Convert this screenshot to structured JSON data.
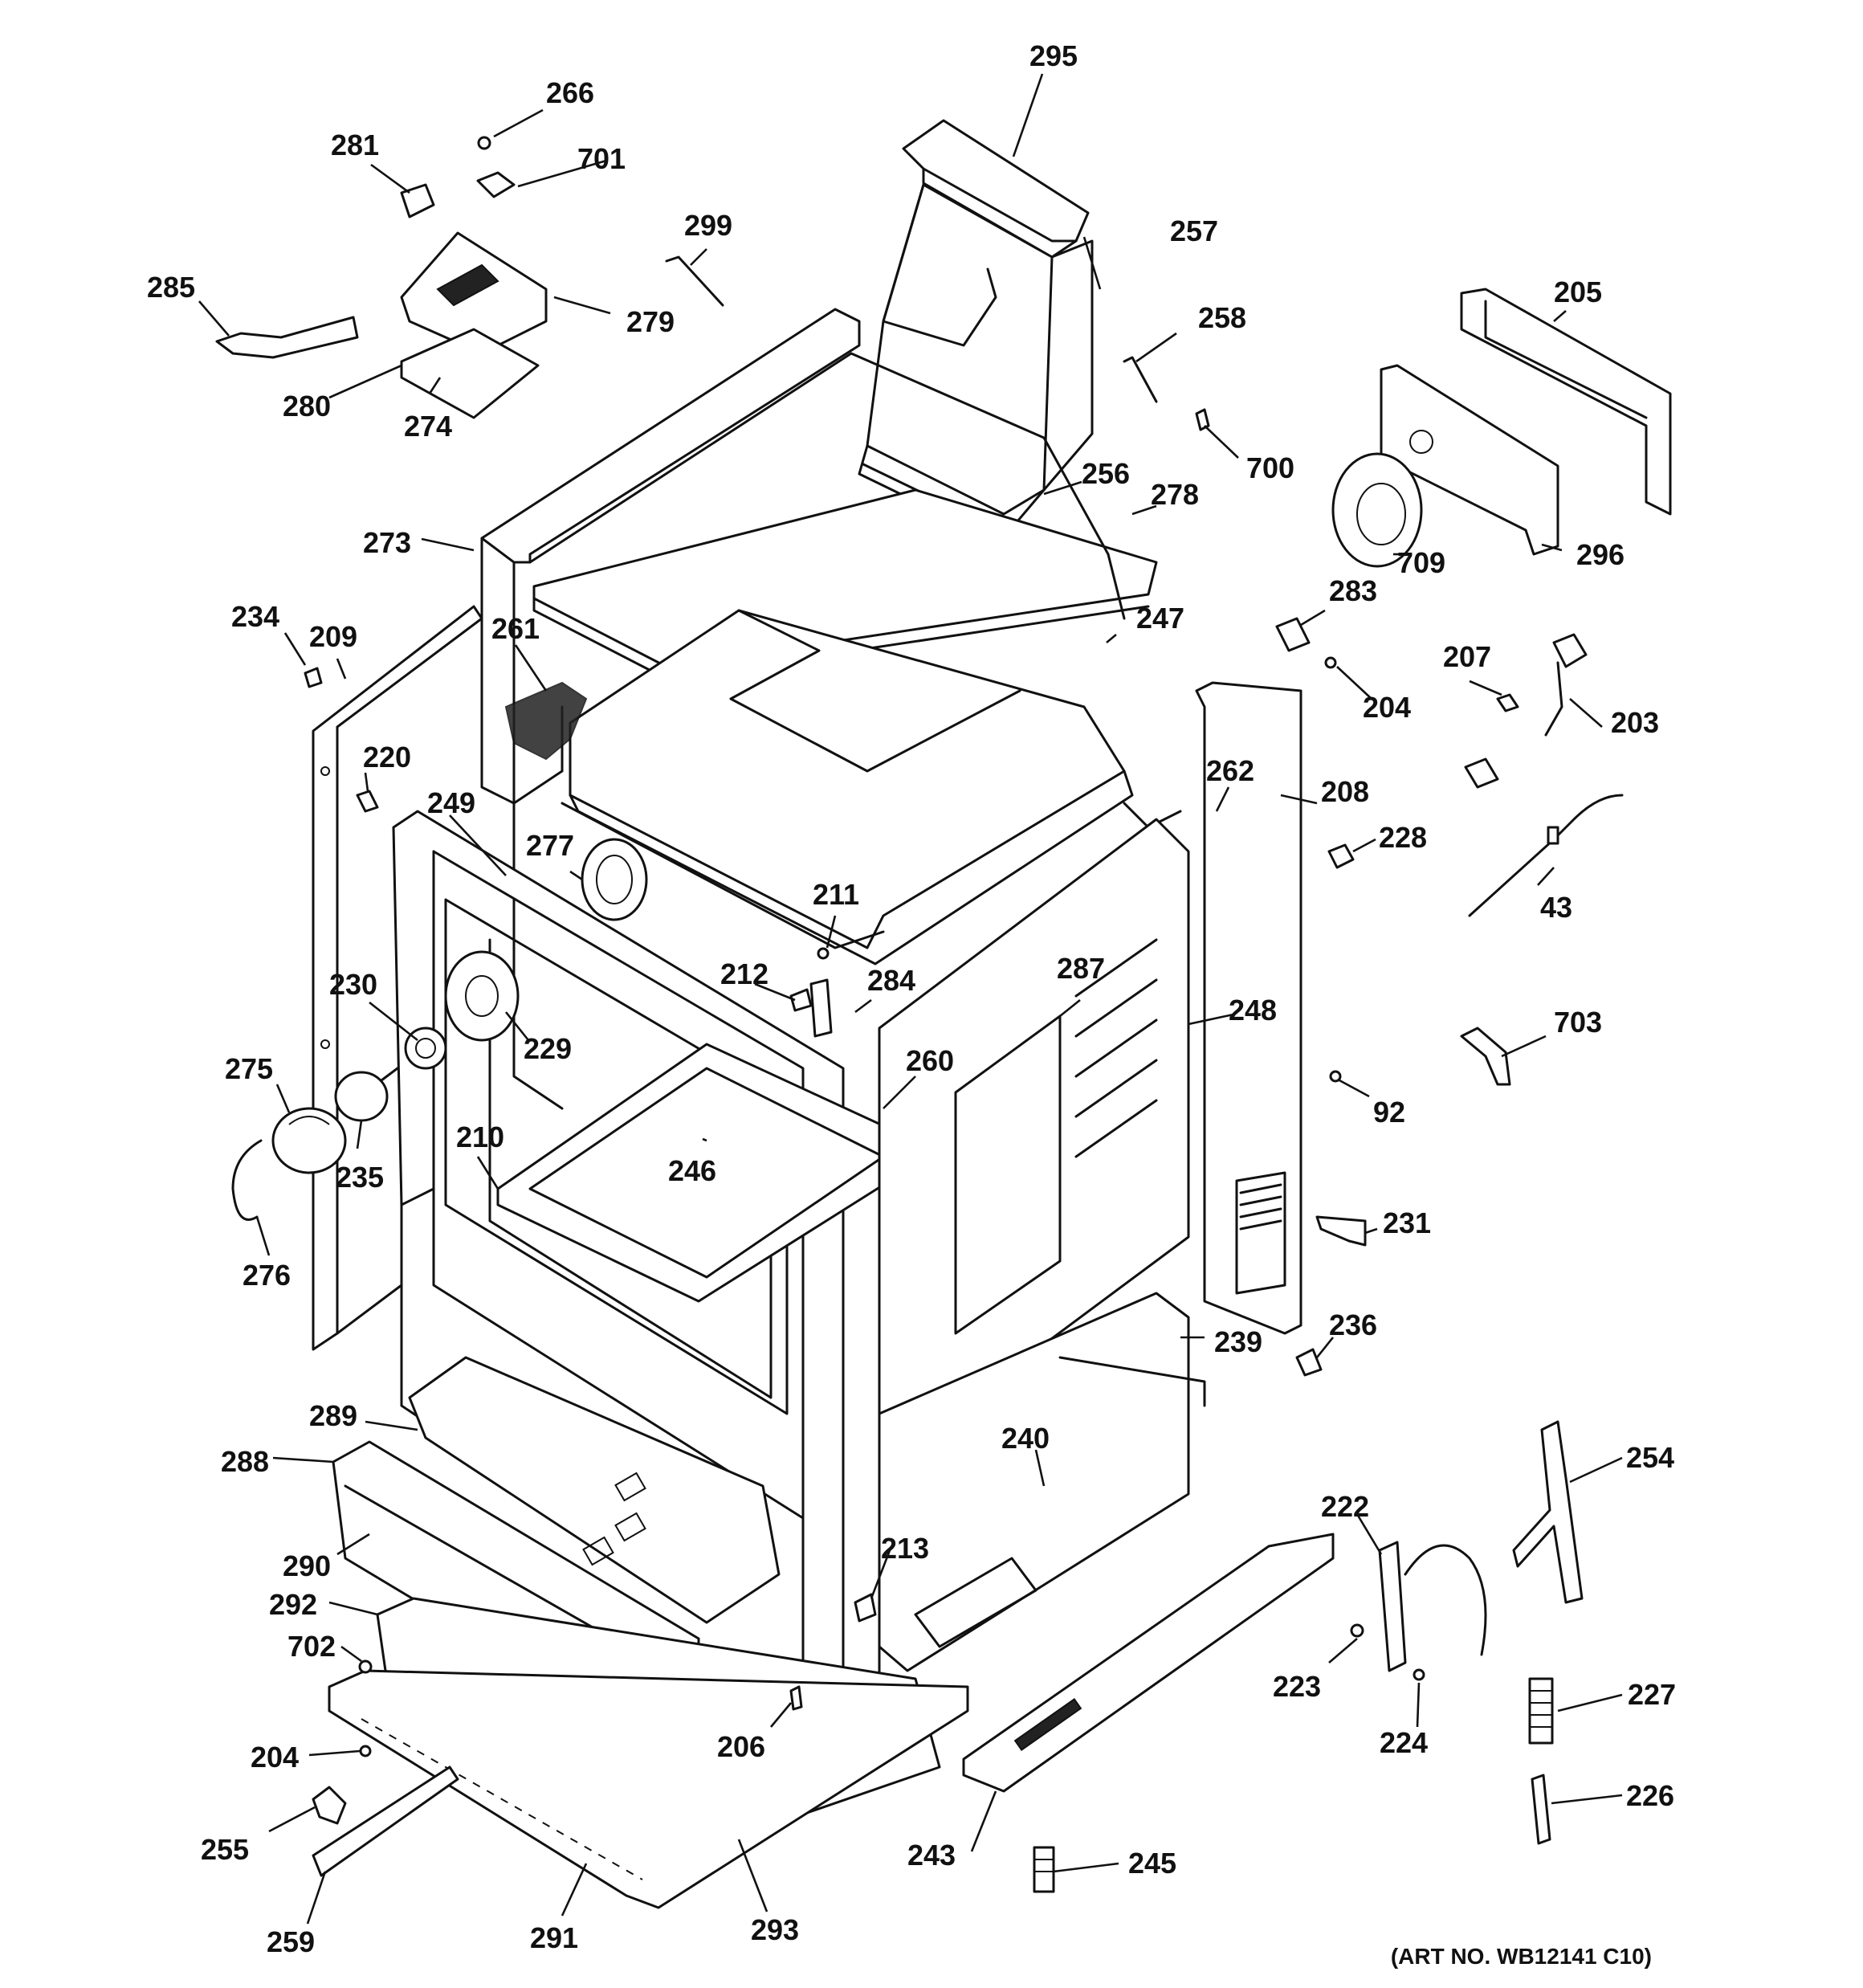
{
  "footer": {
    "art_number": "(ART NO. WB12141 C10)"
  },
  "callouts": [
    {
      "id": "c266",
      "label": "266"
    },
    {
      "id": "c281",
      "label": "281"
    },
    {
      "id": "c701",
      "label": "701"
    },
    {
      "id": "c299",
      "label": "299"
    },
    {
      "id": "c285",
      "label": "285"
    },
    {
      "id": "c279",
      "label": "279"
    },
    {
      "id": "c280",
      "label": "280"
    },
    {
      "id": "c274",
      "label": "274"
    },
    {
      "id": "c295",
      "label": "295"
    },
    {
      "id": "c257",
      "label": "257"
    },
    {
      "id": "c258",
      "label": "258"
    },
    {
      "id": "c700",
      "label": "700"
    },
    {
      "id": "c256",
      "label": "256"
    },
    {
      "id": "c278",
      "label": "278"
    },
    {
      "id": "c205",
      "label": "205"
    },
    {
      "id": "c709",
      "label": "709"
    },
    {
      "id": "c296",
      "label": "296"
    },
    {
      "id": "c273",
      "label": "273"
    },
    {
      "id": "c234",
      "label": "234"
    },
    {
      "id": "c209",
      "label": "209"
    },
    {
      "id": "c261",
      "label": "261"
    },
    {
      "id": "c247",
      "label": "247"
    },
    {
      "id": "c283",
      "label": "283"
    },
    {
      "id": "c207",
      "label": "207"
    },
    {
      "id": "c204a",
      "label": "204"
    },
    {
      "id": "c203",
      "label": "203"
    },
    {
      "id": "c220",
      "label": "220"
    },
    {
      "id": "c262",
      "label": "262"
    },
    {
      "id": "c208",
      "label": "208"
    },
    {
      "id": "c249",
      "label": "249"
    },
    {
      "id": "c277",
      "label": "277"
    },
    {
      "id": "c228",
      "label": "228"
    },
    {
      "id": "c43",
      "label": "43"
    },
    {
      "id": "c211",
      "label": "211"
    },
    {
      "id": "c212",
      "label": "212"
    },
    {
      "id": "c284",
      "label": "284"
    },
    {
      "id": "c287",
      "label": "287"
    },
    {
      "id": "c230",
      "label": "230"
    },
    {
      "id": "c248",
      "label": "248"
    },
    {
      "id": "c703",
      "label": "703"
    },
    {
      "id": "c229",
      "label": "229"
    },
    {
      "id": "c275",
      "label": "275"
    },
    {
      "id": "c260",
      "label": "260"
    },
    {
      "id": "c92",
      "label": "92"
    },
    {
      "id": "c210",
      "label": "210"
    },
    {
      "id": "c235",
      "label": "235"
    },
    {
      "id": "c246",
      "label": "246"
    },
    {
      "id": "c231",
      "label": "231"
    },
    {
      "id": "c276",
      "label": "276"
    },
    {
      "id": "c236",
      "label": "236"
    },
    {
      "id": "c239",
      "label": "239"
    },
    {
      "id": "c289",
      "label": "289"
    },
    {
      "id": "c240",
      "label": "240"
    },
    {
      "id": "c288",
      "label": "288"
    },
    {
      "id": "c254",
      "label": "254"
    },
    {
      "id": "c222",
      "label": "222"
    },
    {
      "id": "c213",
      "label": "213"
    },
    {
      "id": "c290",
      "label": "290"
    },
    {
      "id": "c292",
      "label": "292"
    },
    {
      "id": "c702",
      "label": "702"
    },
    {
      "id": "c223",
      "label": "223"
    },
    {
      "id": "c227",
      "label": "227"
    },
    {
      "id": "c206",
      "label": "206"
    },
    {
      "id": "c224",
      "label": "224"
    },
    {
      "id": "c204b",
      "label": "204"
    },
    {
      "id": "c226",
      "label": "226"
    },
    {
      "id": "c255",
      "label": "255"
    },
    {
      "id": "c243",
      "label": "243"
    },
    {
      "id": "c245",
      "label": "245"
    },
    {
      "id": "c259",
      "label": "259"
    },
    {
      "id": "c291",
      "label": "291"
    },
    {
      "id": "c293",
      "label": "293"
    }
  ]
}
